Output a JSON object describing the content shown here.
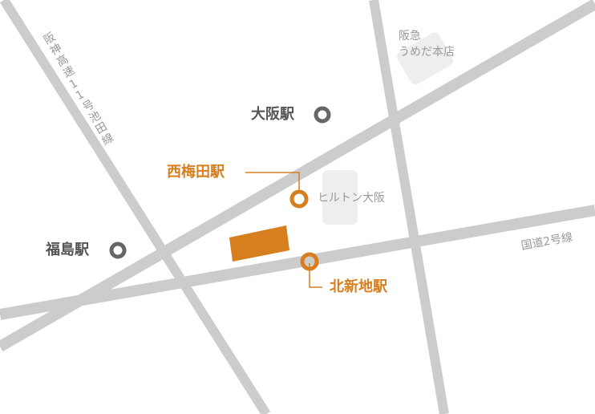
{
  "colors": {
    "road": "#cccccc",
    "landmark_block": "#eeeeee",
    "gray_station": "#666666",
    "accent": "#d77e1e",
    "landmark_text": "#999999"
  },
  "stations": {
    "osaka": "大阪駅",
    "fukushima": "福島駅",
    "nishi_umeda": "西梅田駅",
    "kita_shinchi": "北新地駅"
  },
  "landmarks": {
    "hankyu_line1": "阪急",
    "hankyu_line2": "うめだ本店",
    "hilton": "ヒルトン大阪"
  },
  "roads": {
    "expressway": "阪神高速11号池田線",
    "route2": "国道2号線"
  }
}
